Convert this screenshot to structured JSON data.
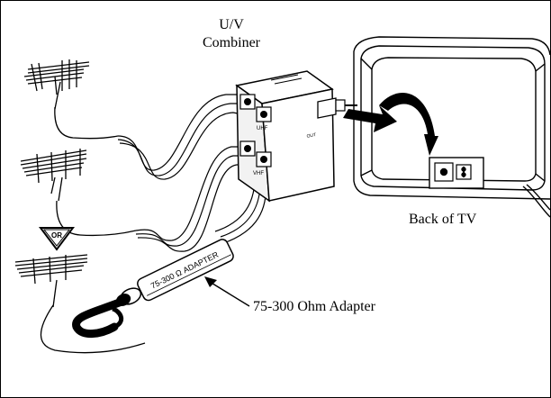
{
  "labels": {
    "combiner_line1": "U/V",
    "combiner_line2": "Combiner",
    "back_of_tv": "Back  of TV",
    "adapter_callout": "75-300 Ohm Adapter",
    "adapter_body": "75-300 Ω ADAPTER",
    "or_badge": "OR",
    "combiner_uhf": "UHF",
    "combiner_vhf": "VHF",
    "combiner_output": "OUT"
  },
  "colors": {
    "ink": "#000000",
    "paper": "#ffffff",
    "shade": "#f2f2f2"
  }
}
